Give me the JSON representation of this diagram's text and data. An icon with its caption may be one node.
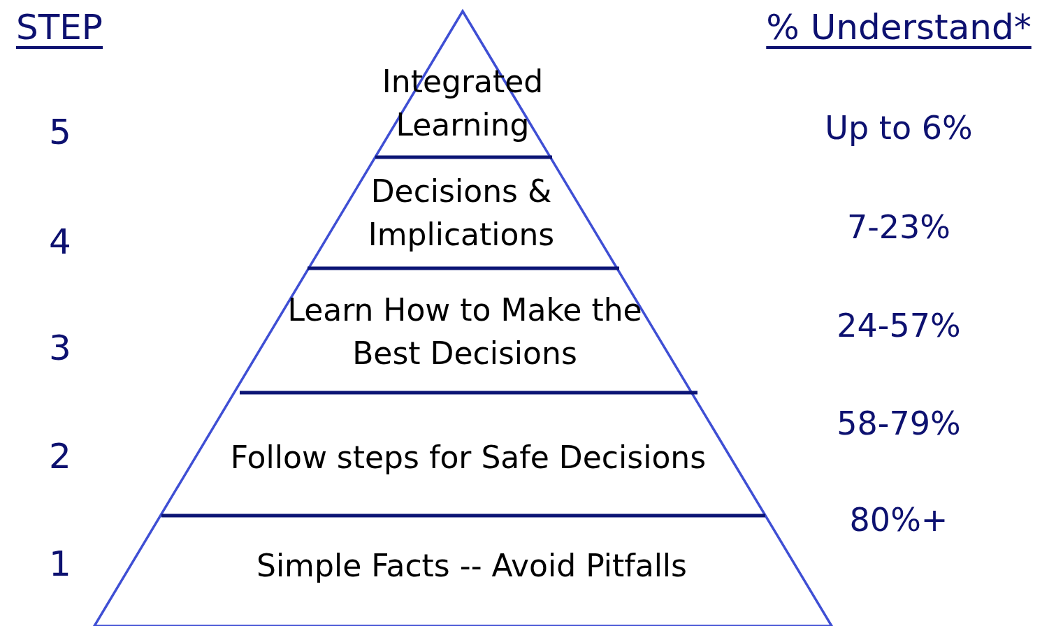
{
  "diagram": {
    "nodes": [
      {
        "text": [
          "Integrated Learning"
        ]
      },
      {
        "text": [
          "Decisions & Implications"
        ]
      },
      {
        "text": [
          "Learn How to Make the Best Decisions"
        ]
      },
      {
        "text": [
          "Follow steps for Safe Decisions"
        ]
      },
      {
        "text": [
          "Simple Facts -- Avoid Pitfalls"
        ]
      }
    ],
    "labels": [
      "STEP",
      "% Understand*",
      "5",
      "Up to 6%",
      "4",
      "7-23%",
      "3",
      "24-57%",
      "58-79%",
      "2",
      "80%+",
      "1"
    ]
  }
}
